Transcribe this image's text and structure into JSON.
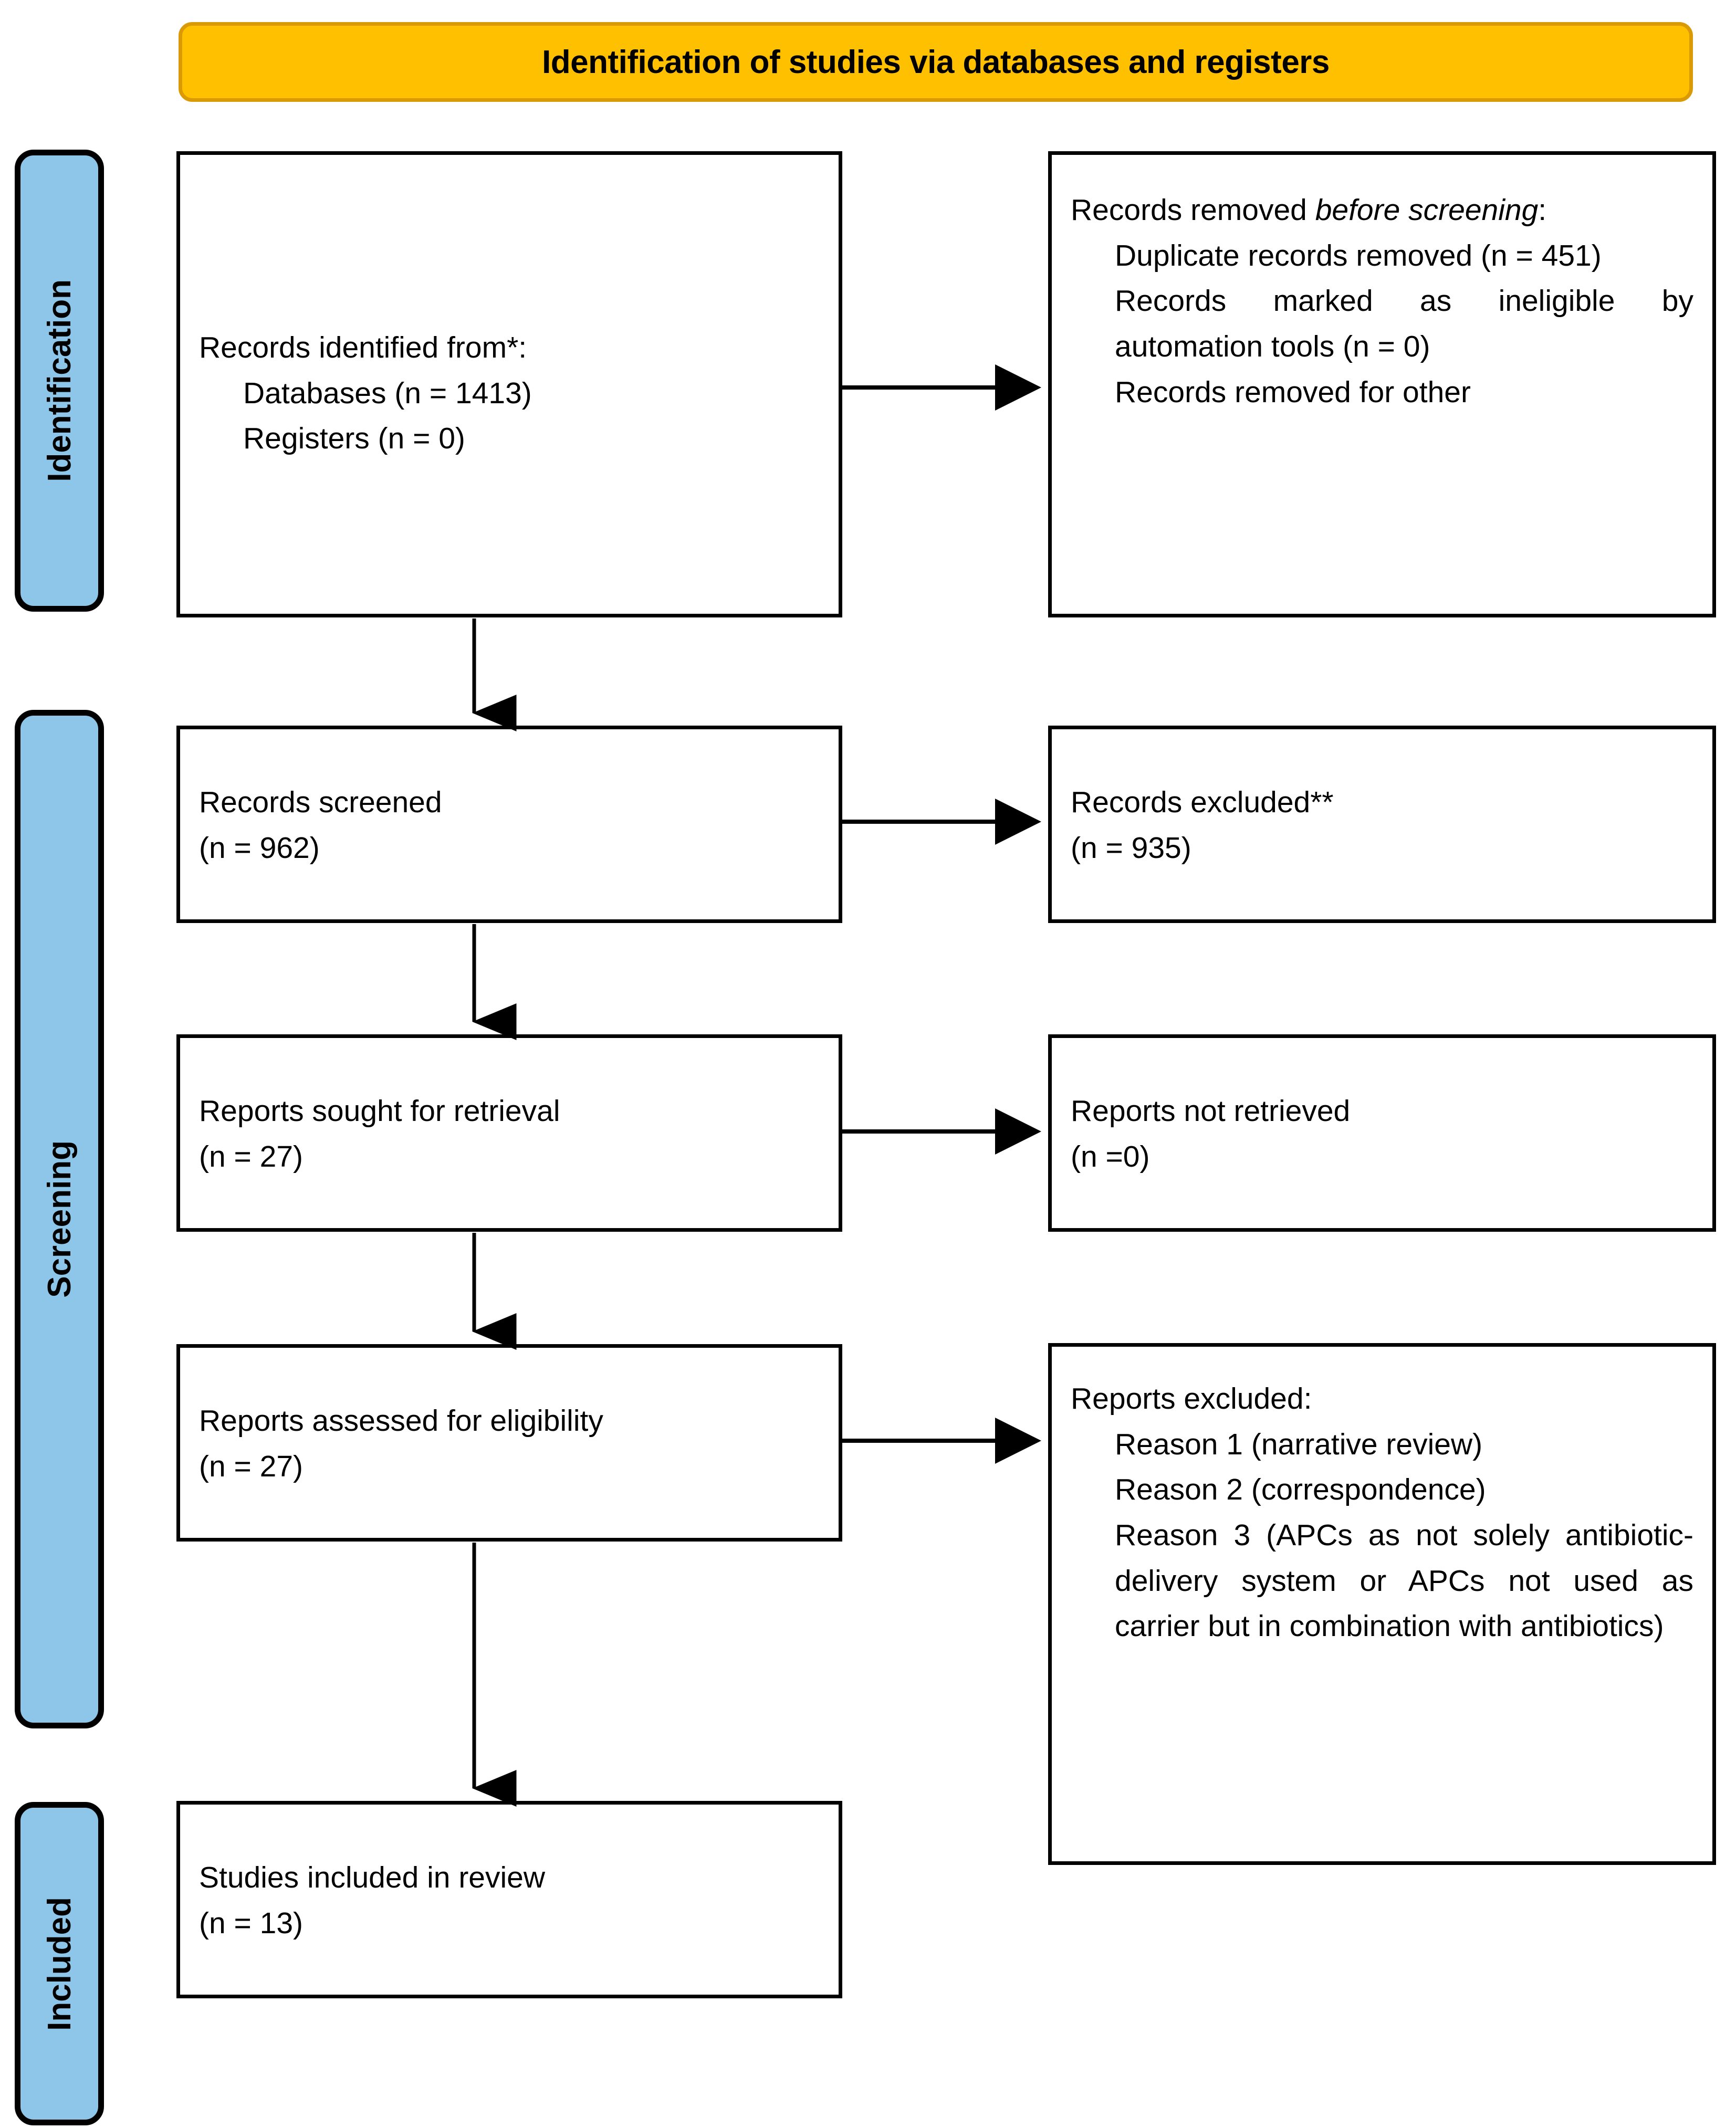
{
  "header": {
    "title": "Identification of studies via databases and registers"
  },
  "stages": [
    {
      "id": "identification",
      "label": "Identification"
    },
    {
      "id": "screening",
      "label": "Screening"
    },
    {
      "id": "included",
      "label": "Included"
    }
  ],
  "boxes": {
    "records_identified": {
      "line1": "Records identified from*:",
      "line2": "Databases (n = 1413)",
      "line3": "Registers (n = 0)"
    },
    "records_removed": {
      "heading_a": "Records removed ",
      "heading_b": "before screening",
      "heading_c": ":",
      "item1": "Duplicate records removed  (n = 451)",
      "item2": "Records marked as ineligible by automation tools (n = 0)",
      "item3": "Records removed for other"
    },
    "records_screened": {
      "line1": "Records screened",
      "line2": "(n = 962)"
    },
    "records_excluded": {
      "line1": "Records excluded**",
      "line2": "(n = 935)"
    },
    "reports_sought": {
      "line1": "Reports sought for retrieval",
      "line2": "(n = 27)"
    },
    "reports_not_retrieved": {
      "line1": "Reports not retrieved",
      "line2": "(n =0)"
    },
    "reports_assessed": {
      "line1": "Reports assessed for eligibility",
      "line2": "(n = 27)"
    },
    "reports_excluded": {
      "heading": "Reports excluded:",
      "reason1": "Reason 1 (narrative review)",
      "reason2": "Reason 2 (correspondence)",
      "reason3": "Reason 3 (APCs as not solely antibiotic-delivery system or APCs not used as carrier but in combination with antibiotics)"
    },
    "studies_included": {
      "line1": "Studies included in review",
      "line2": "(n = 13)"
    }
  },
  "colors": {
    "banner_fill": "#FFC000",
    "banner_border": "#D99A05",
    "stage_fill": "#8EC6EA",
    "box_border": "#000000",
    "text": "#000000"
  },
  "counts": {
    "databases": 1413,
    "registers": 0,
    "duplicates_removed": 451,
    "ineligible_automation": 0,
    "records_screened": 962,
    "records_excluded": 935,
    "reports_sought": 27,
    "reports_not_retrieved": 0,
    "reports_assessed": 27,
    "studies_included": 13
  }
}
